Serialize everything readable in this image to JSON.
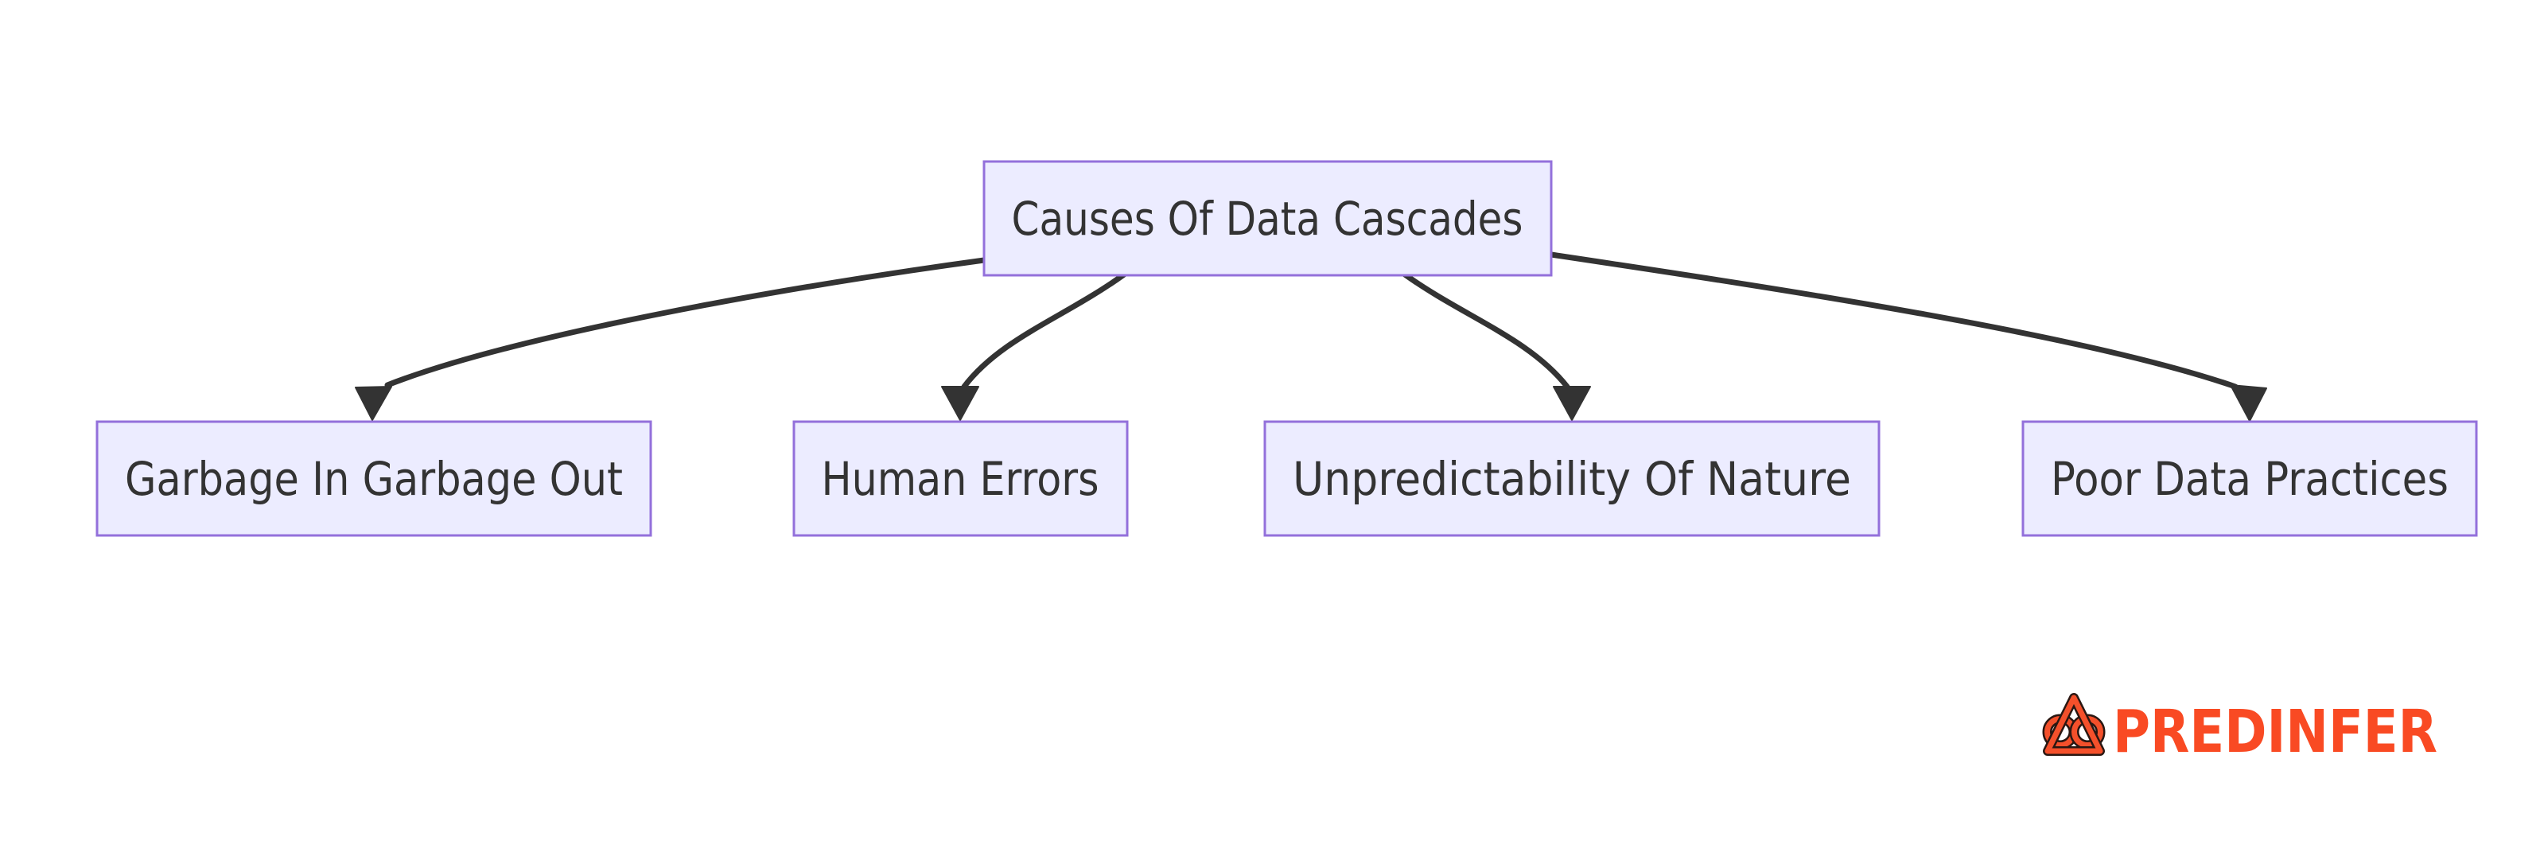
{
  "diagram": {
    "title_node": {
      "label": "Causes Of Data Cascades"
    },
    "child_nodes": [
      {
        "label": "Garbage In Garbage Out"
      },
      {
        "label": "Human Errors"
      },
      {
        "label": "Unpredictability Of Nature"
      },
      {
        "label": "Poor Data Practices"
      }
    ],
    "edges": [
      {
        "from": "Causes Of Data Cascades",
        "to": "Garbage In Garbage Out"
      },
      {
        "from": "Causes Of Data Cascades",
        "to": "Human Errors"
      },
      {
        "from": "Causes Of Data Cascades",
        "to": "Unpredictability Of Nature"
      },
      {
        "from": "Causes Of Data Cascades",
        "to": "Poor Data Practices"
      }
    ],
    "colors": {
      "node_fill": "#ECECFF",
      "node_border": "#9370DB",
      "edge_stroke": "#333333",
      "node_text": "#333333",
      "background": "#FFFFFF"
    }
  },
  "branding": {
    "logo_text": "PREDINFER",
    "logo_color": "#F94A23",
    "logo_mark": "triangle-double-ring-icon"
  }
}
